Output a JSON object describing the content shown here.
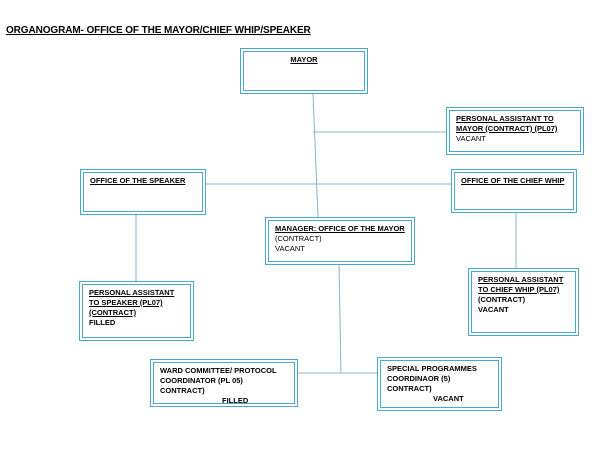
{
  "title": "ORGANOGRAM- OFFICE OF THE MAYOR/CHIEF WHIP/SPEAKER",
  "colors": {
    "box_border": "#4aa8c8",
    "line": "#8ab4c4"
  },
  "boxes": {
    "mayor": {
      "title": "MAYOR"
    },
    "pa_mayor": {
      "title": "PERSONAL ASSISTANT TO MAYOR (CONTRACT) (PL07)",
      "status": "VACANT"
    },
    "speaker": {
      "title": "OFFICE OF THE SPEAKER"
    },
    "chief_whip": {
      "title": "OFFICE OF THE CHIEF WHIP"
    },
    "manager": {
      "title": "MANAGER: OFFICE OF THE MAYOR",
      "contract": "(CONTRACT)",
      "status": "VACANT"
    },
    "pa_speaker": {
      "title": "PERSONAL ASSISTANT TO SPEAKER (PL07) (CONTRACT)",
      "status": "FILLED"
    },
    "pa_chief_whip": {
      "title": "PERSONAL ASSISTANT TO CHIEF WHIP (PL07)",
      "contract": "(CONTRACT)",
      "status": "VACANT"
    },
    "ward": {
      "title": "WARD COMMITTEE/ PROTOCOL COORDINATOR (PL 05) CONTRACT)",
      "status": "FILLED"
    },
    "special": {
      "title": "SPECIAL PROGRAMMES COORDINAOR (5) CONTRACT)",
      "status": "VACANT"
    }
  }
}
